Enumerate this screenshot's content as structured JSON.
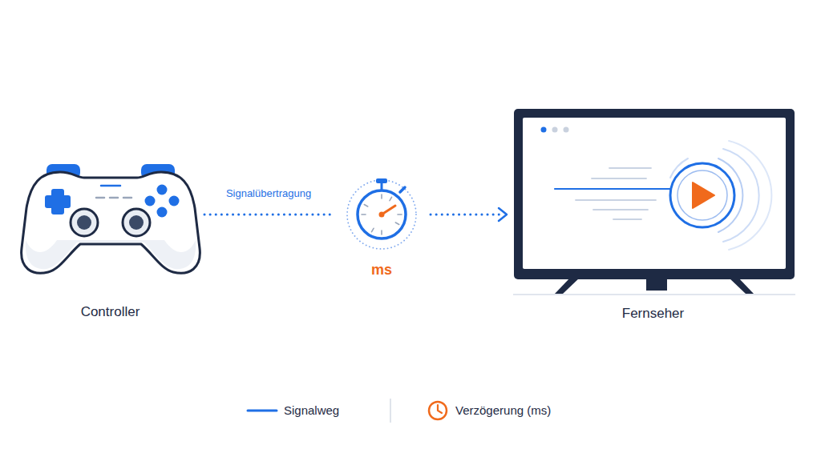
{
  "diagram": {
    "nodes": [
      {
        "text": [
          "Controller"
        ]
      },
      {
        "text": [
          "ms"
        ]
      },
      {
        "text": [
          "Fernseher"
        ]
      }
    ],
    "edges": [
      {
        "from": 0,
        "to": 1,
        "label": "Signalübertragung",
        "arrow": "none"
      },
      {
        "from": 1,
        "to": 2,
        "arrow": "to"
      }
    ],
    "legend": [
      {
        "text": "Signalweg"
      },
      {
        "text": "Verzögerung (ms)"
      }
    ]
  }
}
